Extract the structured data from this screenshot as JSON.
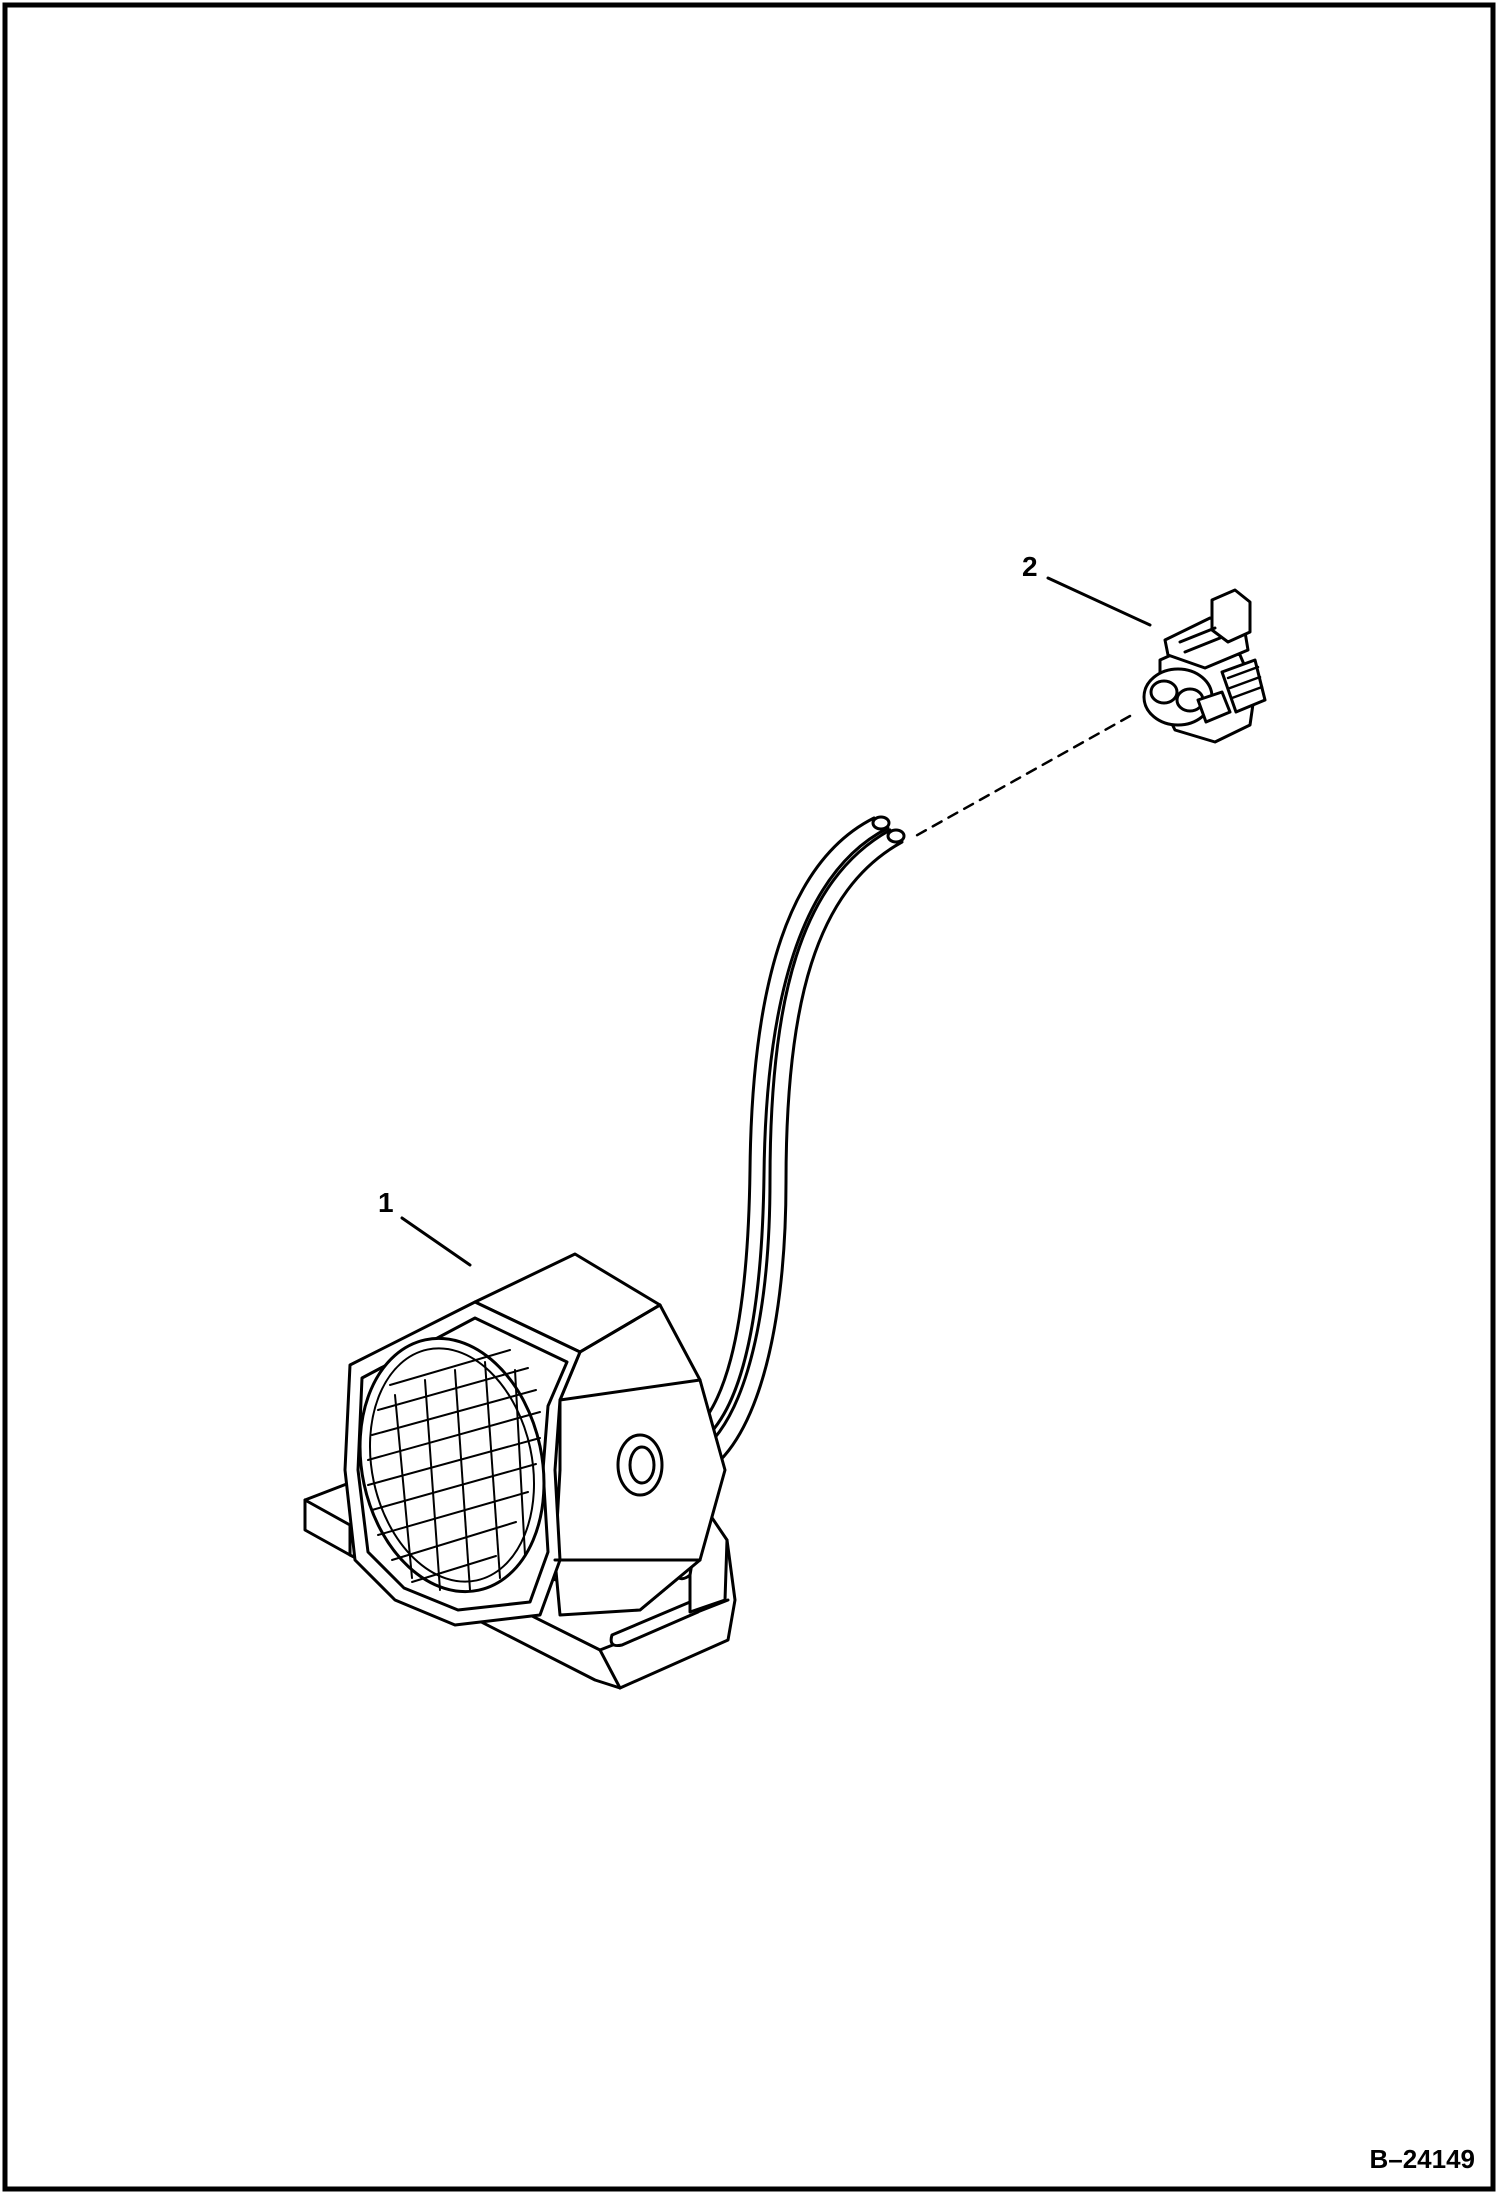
{
  "figure": {
    "figure_number": "B–24149",
    "callouts": [
      {
        "label": "1",
        "part": "back-up-alarm"
      },
      {
        "label": "2",
        "part": "connector"
      }
    ],
    "colors": {
      "ink": "#000000",
      "paper": "#ffffff"
    }
  }
}
